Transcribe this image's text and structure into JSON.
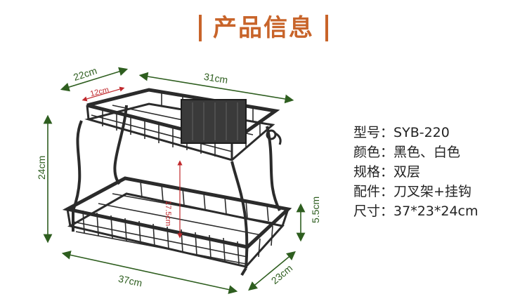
{
  "title": "产品信息",
  "dimensions": {
    "depth_top": "22cm",
    "width_top": "31cm",
    "knife_slot": "12cm",
    "height": "24cm",
    "tier_gap": "17.5cm",
    "width_bottom": "37cm",
    "depth_bottom": "23cm",
    "basket_height": "5.5cm"
  },
  "specs": [
    {
      "label": "型号",
      "value": "SYB-220"
    },
    {
      "label": "颜色",
      "value": "黑色、白色"
    },
    {
      "label": "规格",
      "value": "双层"
    },
    {
      "label": "配件",
      "value": "刀叉架+挂钩"
    },
    {
      "label": "尺寸",
      "value": "37*23*24cm"
    }
  ],
  "colors": {
    "accent": "#c8642a",
    "dimension": "#2e5e1f",
    "inner_dimension": "#c0282c",
    "rack": "#2b2b2b"
  }
}
